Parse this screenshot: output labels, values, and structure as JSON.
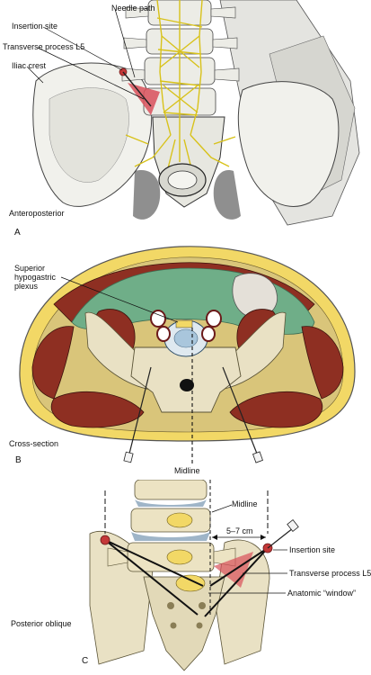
{
  "panel_a": {
    "labels": {
      "needle_path": "Needle path",
      "insertion_site": "Insertion site",
      "transverse_process": "Transverse process L5",
      "iliac_crest": "Iliac crest",
      "view": "Anteroposterior"
    },
    "letter": "A"
  },
  "panel_b": {
    "labels": {
      "plexus_line1": "Superior",
      "plexus_line2": "hypogastric",
      "plexus_line3": "plexus",
      "view": "Cross-section",
      "midline": "Midline"
    },
    "letter": "B"
  },
  "panel_c": {
    "labels": {
      "midline": "Midline",
      "distance": "5–7 cm",
      "insertion_site": "Insertion site",
      "transverse_process": "Transverse process L5",
      "window": "Anatomic “window”",
      "view": "Posterior oblique"
    },
    "letter": "C"
  },
  "colors": {
    "bone": "#e9e1c4",
    "muscle": "#8e2f22",
    "fat": "#f2d866",
    "bowel": "#6fae88",
    "nerve": "#d8c21a",
    "needle_zone": "#d9505a",
    "insertion_point": "#c43838"
  }
}
